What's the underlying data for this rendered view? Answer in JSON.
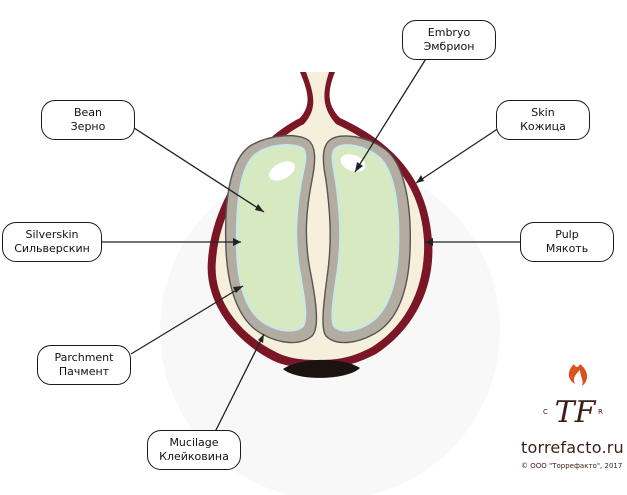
{
  "labels": {
    "embryo": {
      "en": "Embryo",
      "ru": "Эмбрион"
    },
    "bean": {
      "en": "Bean",
      "ru": "Зерно"
    },
    "skin": {
      "en": "Skin",
      "ru": "Кожица"
    },
    "silverskin": {
      "en": "Silverskin",
      "ru": "Сильверскин"
    },
    "pulp": {
      "en": "Pulp",
      "ru": "Мякоть"
    },
    "parchment": {
      "en": "Parchment",
      "ru": "Пачмент"
    },
    "mucilage": {
      "en": "Mucilage",
      "ru": "Клейковина"
    }
  },
  "brand": {
    "url": "torrefacto.ru",
    "copyright": "© ООО \"Торрефакто\", 2017",
    "logo_left": "C",
    "logo_right": "R",
    "logo_monogram": "TF"
  },
  "colors": {
    "skin": "#7a1626",
    "pulp": "#f6efdc",
    "parchment": "#b3aca1",
    "bean": "#d7e9c0",
    "silverskin": "#c6e8ea",
    "outline": "#222222",
    "base": "#1c1212",
    "brand": "#3a1f16",
    "logo_flame": "#d9531e"
  }
}
